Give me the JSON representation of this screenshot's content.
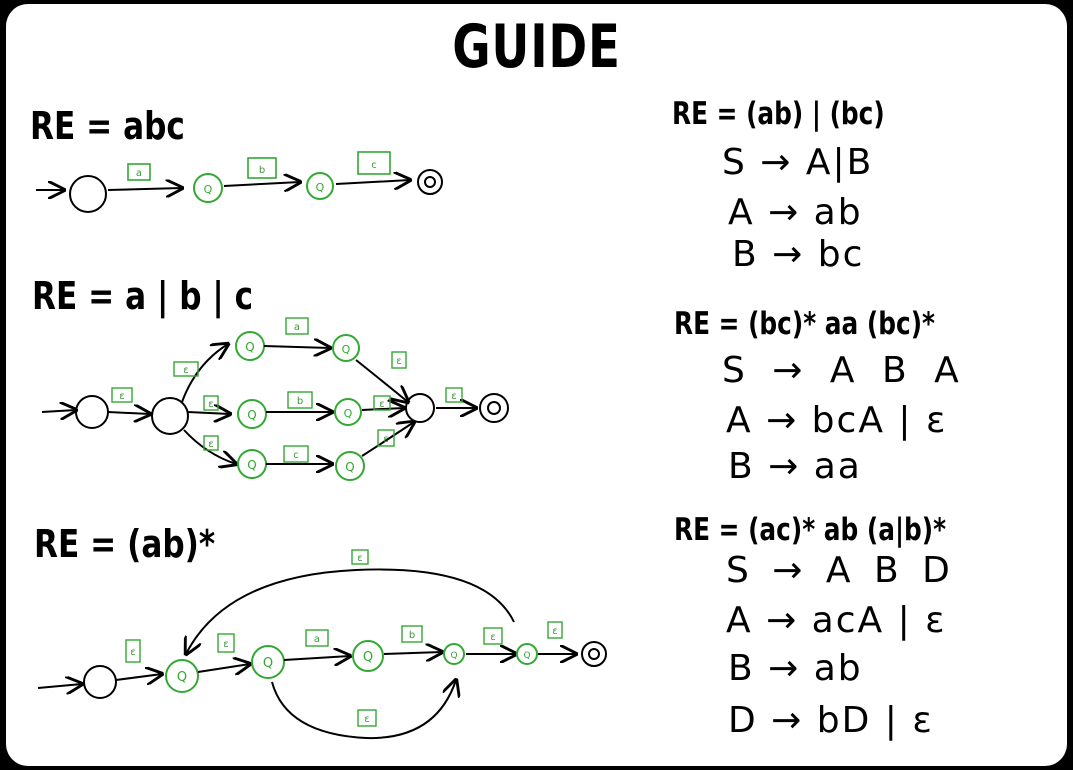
{
  "title": "GUIDE",
  "colors": {
    "state_green": "#33a833",
    "ink": "#000000",
    "frame": "#000000"
  },
  "diagrams": [
    {
      "re": "RE = abc",
      "labels": [
        "a",
        "b",
        "c"
      ]
    },
    {
      "re": "RE = a | b | c",
      "labels": [
        "ε",
        "ε",
        "ε",
        "ε",
        "a",
        "b",
        "c",
        "ε",
        "ε",
        "ε",
        "ε"
      ]
    },
    {
      "re": "RE = (ab)*",
      "labels": [
        "ε",
        "ε",
        "a",
        "b",
        "ε",
        "ε",
        "ε",
        "ε"
      ]
    }
  ],
  "grammars": [
    {
      "re": "RE = (ab) | (bc)",
      "rules": [
        "S → A|B",
        "A → ab",
        "B → bc"
      ]
    },
    {
      "re": "RE = (bc)* aa (bc)*",
      "rules": [
        "S → A B A",
        "A → bcA | ε",
        "B → aa"
      ]
    },
    {
      "re": "RE = (ac)* ab (a|b)*",
      "rules": [
        "S → A B D",
        "A → acA | ε",
        "B → ab",
        "D → bD | ε"
      ]
    }
  ],
  "state_letter": "Q"
}
